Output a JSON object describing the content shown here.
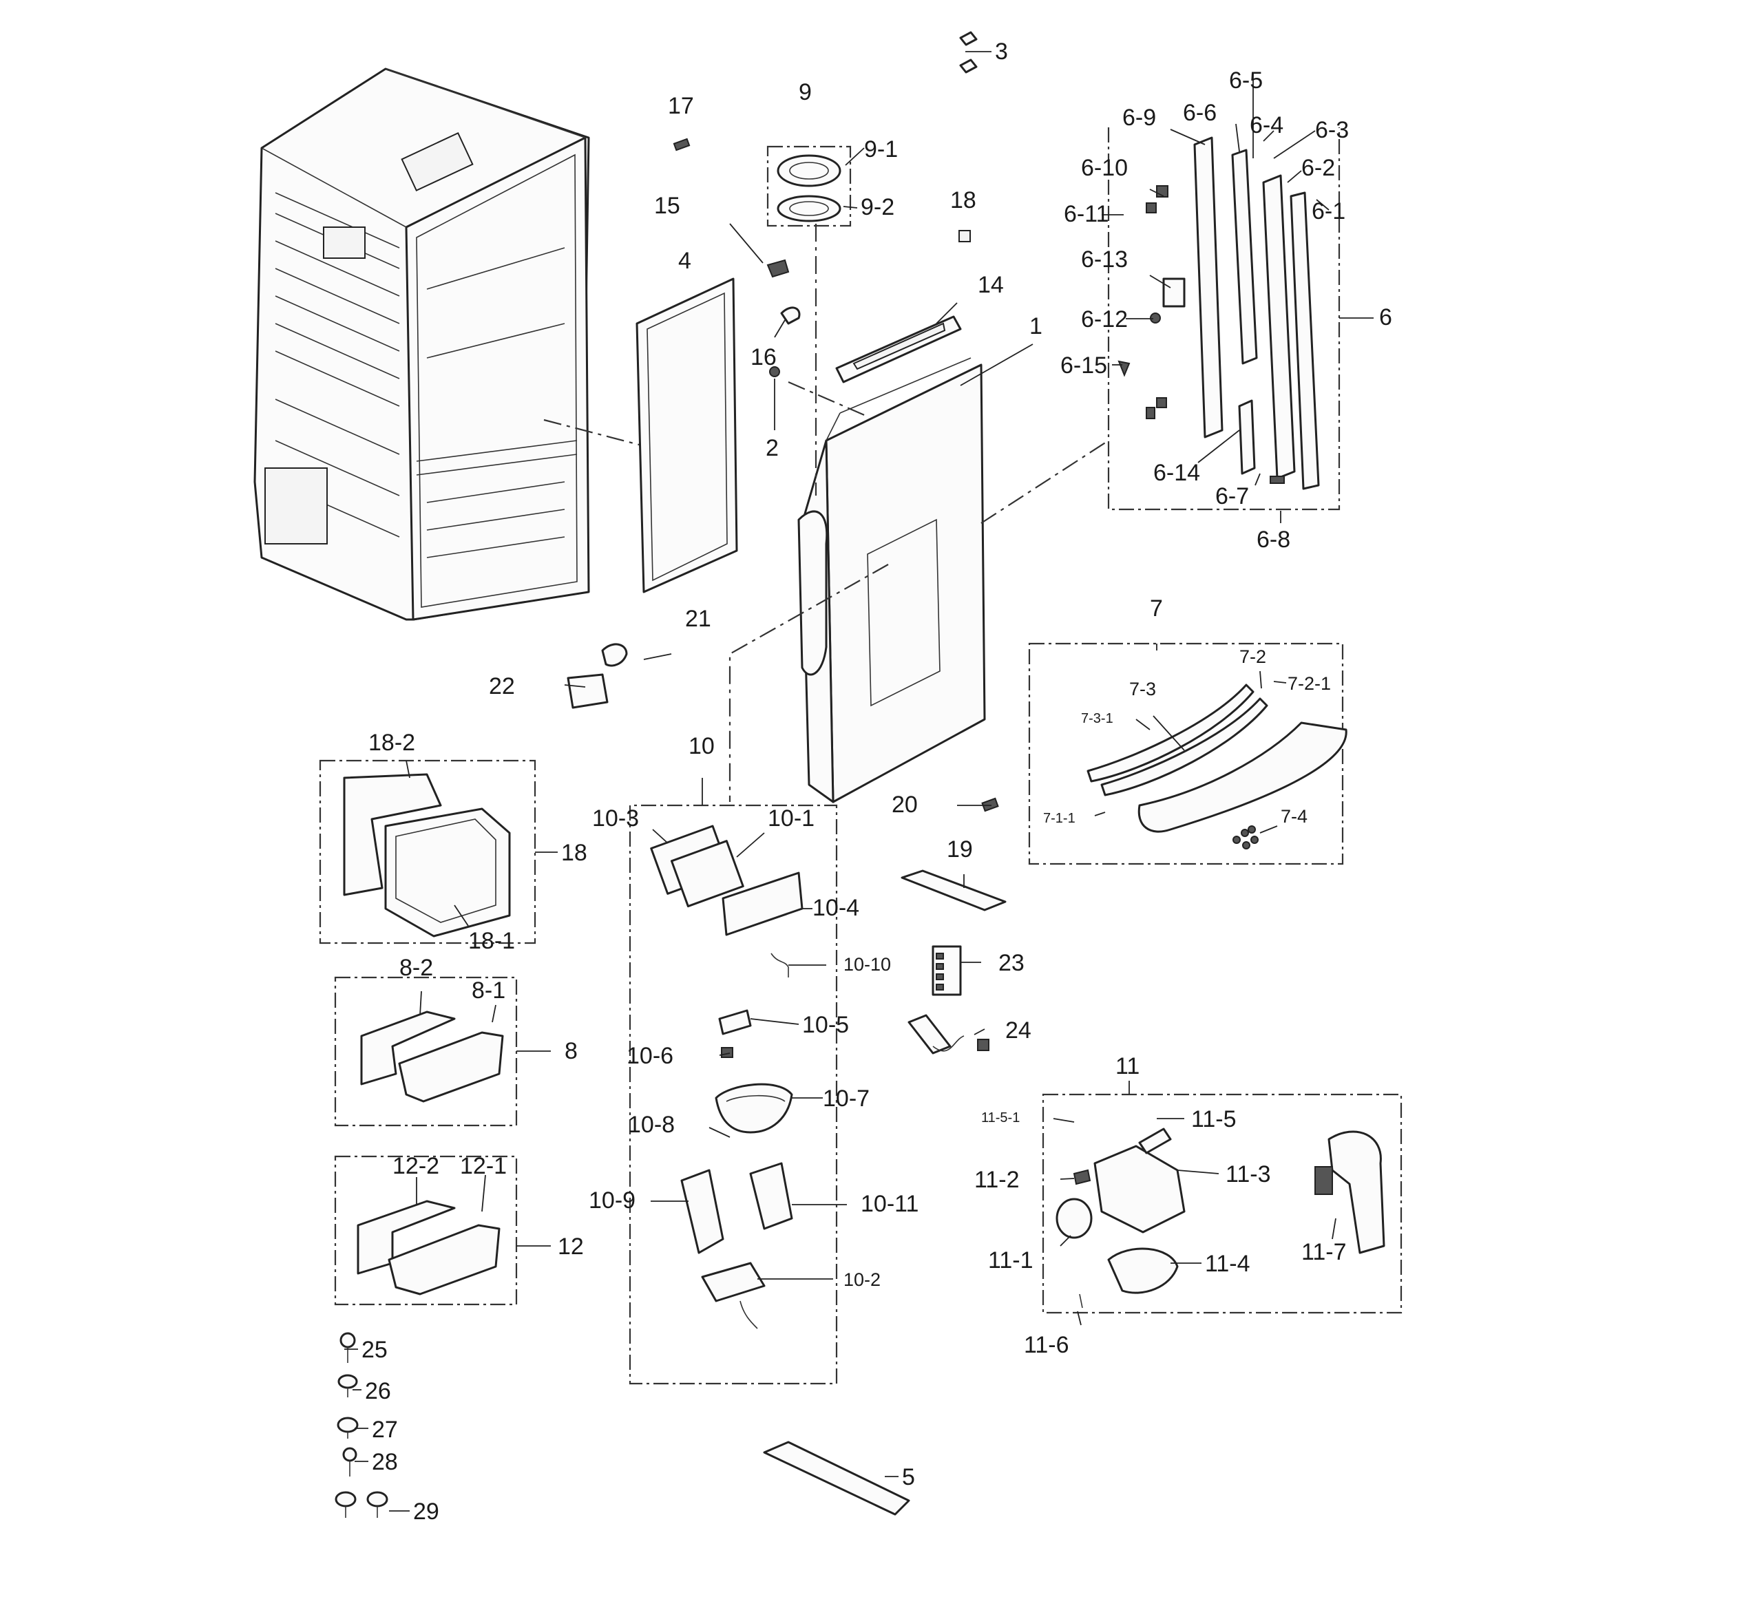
{
  "labels": {
    "p1": "1",
    "p2": "2",
    "p3": "3",
    "p4": "4",
    "p5": "5",
    "p6": "6",
    "p6_1": "6-1",
    "p6_2": "6-2",
    "p6_3": "6-3",
    "p6_4": "6-4",
    "p6_5": "6-5",
    "p6_6": "6-6",
    "p6_7": "6-7",
    "p6_8": "6-8",
    "p6_9": "6-9",
    "p6_10": "6-10",
    "p6_11": "6-11",
    "p6_12": "6-12",
    "p6_13": "6-13",
    "p6_14": "6-14",
    "p6_15": "6-15",
    "p7": "7",
    "p7_1_1": "7-1-1",
    "p7_2": "7-2",
    "p7_2_1": "7-2-1",
    "p7_3": "7-3",
    "p7_3_1": "7-3-1",
    "p7_4": "7-4",
    "p8": "8",
    "p8_1": "8-1",
    "p8_2": "8-2",
    "p9": "9",
    "p9_1": "9-1",
    "p9_2": "9-2",
    "p10": "10",
    "p10_1": "10-1",
    "p10_2": "10-2",
    "p10_3": "10-3",
    "p10_4": "10-4",
    "p10_5": "10-5",
    "p10_6": "10-6",
    "p10_7": "10-7",
    "p10_8": "10-8",
    "p10_9": "10-9",
    "p10_10": "10-10",
    "p10_11": "10-11",
    "p11": "11",
    "p11_1": "11-1",
    "p11_2": "11-2",
    "p11_3": "11-3",
    "p11_4": "11-4",
    "p11_5": "11-5",
    "p11_5_1": "11-5-1",
    "p11_6": "11-6",
    "p11_7": "11-7",
    "p12": "12",
    "p12_1": "12-1",
    "p12_2": "12-2",
    "p14": "14",
    "p15": "15",
    "p16": "16",
    "p17": "17",
    "p18_top": "18",
    "p18": "18",
    "p18_1": "18-1",
    "p18_2": "18-2",
    "p19": "19",
    "p20": "20",
    "p21": "21",
    "p22": "22",
    "p23": "23",
    "p24": "24",
    "p25": "25",
    "p26": "26",
    "p27": "27",
    "p28": "28",
    "p29": "29"
  }
}
